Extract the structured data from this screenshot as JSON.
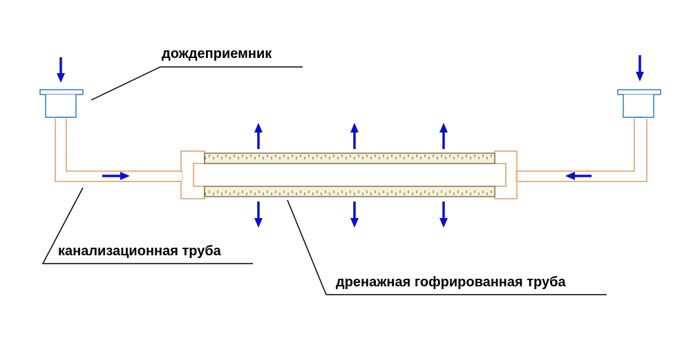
{
  "labels": {
    "rain_inlet": "дождеприемник",
    "sewer_pipe": "канализационная труба",
    "drain_pipe": "дренажная гофрированная труба"
  },
  "colors": {
    "arrow": "#0a10c8",
    "pipe": "#e39a5b",
    "inlet": "#2a7fb8",
    "drain_fill": "#f4f0da",
    "drain_edge": "#5a5a2a",
    "leader": "#000000"
  },
  "icons": {
    "down_arrow": "arrow-down-icon",
    "up_arrow": "arrow-up-icon",
    "right_arrow": "arrow-right-icon",
    "left_arrow": "arrow-left-icon"
  }
}
